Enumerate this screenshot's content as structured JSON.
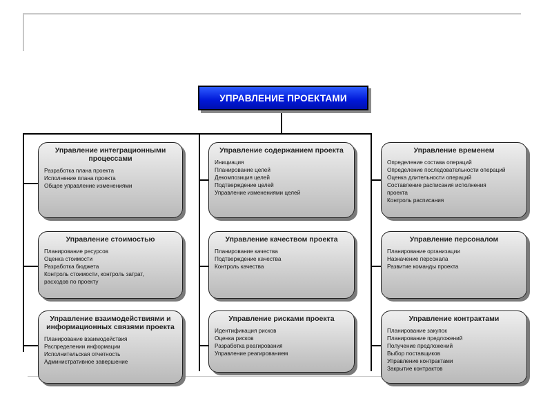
{
  "root": {
    "title": "УПРАВЛЕНИЕ ПРОЕКТАМИ"
  },
  "boxes": {
    "integration": {
      "title": "Управление интеграционными процессами",
      "items": [
        "Разработка плана проекта",
        "Исполнение плана проекта",
        "Общее управление изменениями"
      ]
    },
    "scope": {
      "title": "Управление содержанием проекта",
      "items": [
        "Инициация",
        "Планирование целей",
        "Декомпозиция целей",
        "Подтверждение целей",
        "Управление изменениями целей"
      ]
    },
    "time": {
      "title": "Управление временем",
      "items": [
        "Определение состава операций",
        "Определение последовательности операций",
        "Оценка длительности операций",
        "Составление расписания исполнения",
        "проекта",
        "Контроль расписания"
      ]
    },
    "cost": {
      "title": "Управление стоимостью",
      "items": [
        "Планирование ресурсов",
        "Оценка стоимости",
        "Разработка бюджета",
        "Контроль стоимости, контроль затрат,",
        "расходов по проекту"
      ]
    },
    "quality": {
      "title": "Управление качеством проекта",
      "items": [
        "Планирование качества",
        "Подтверждение качества",
        "Контроль качества"
      ]
    },
    "hr": {
      "title": "Управление персоналом",
      "items": [
        "Планирование организации",
        "Назначение персонала",
        "Развитие команды проекта"
      ]
    },
    "communications": {
      "title": "Управление взаимодействиями и информационных связями проекта",
      "items": [
        "Планирование взаимодействия",
        "Распределении информации",
        "Исполнительская отчетность",
        "Административное завершение"
      ]
    },
    "risk": {
      "title": "Управление рисками проекта",
      "items": [
        "Идентификация рисков",
        "Оценка рисков",
        "Разработка реагирования",
        "Управление реагированием"
      ]
    },
    "procurement": {
      "title": "Управление контрактами",
      "items": [
        "Планирование закупок",
        "Планирование предложений",
        "Получение предложений",
        "Выбор поставщиков",
        "Управление контрактами",
        "Закрытие контрактов"
      ]
    }
  }
}
